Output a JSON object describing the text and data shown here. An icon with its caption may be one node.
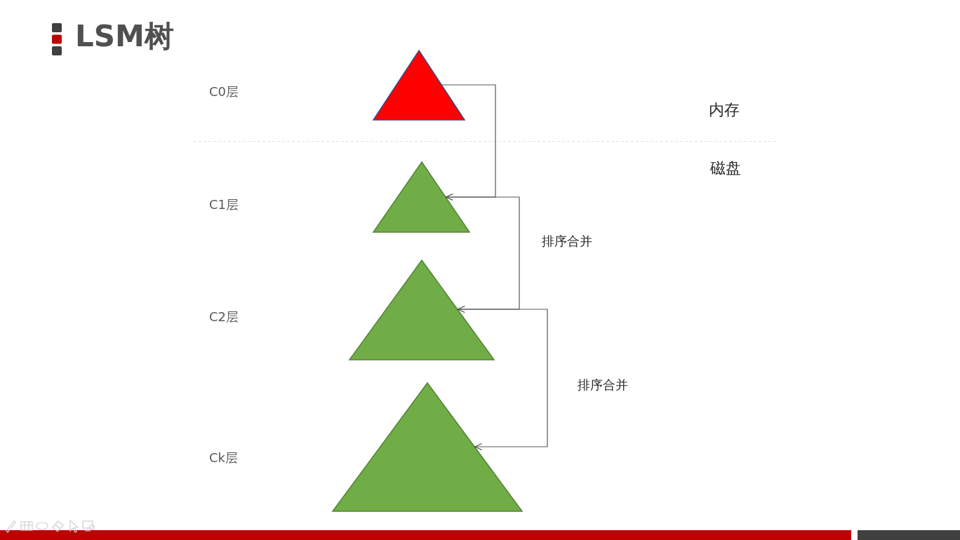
{
  "diagram": {
    "title": "LSM树",
    "nodes": [
      {
        "text": [],
        "shape": "triangle"
      },
      {
        "text": [],
        "shape": "triangle"
      },
      {
        "text": [],
        "shape": "triangle"
      },
      {
        "text": [],
        "shape": "triangle"
      }
    ],
    "edges": [
      {
        "from": 0,
        "to": 1,
        "arrow": "to"
      },
      {
        "from": 1,
        "to": 2,
        "arrow": "to",
        "label": "排序合并"
      },
      {
        "from": 2,
        "to": 3,
        "arrow": "to",
        "label": "排序合并"
      }
    ],
    "labels": [
      "C0层",
      "内存",
      "磁盘",
      "C1层",
      "C2层",
      "Ck层"
    ]
  }
}
